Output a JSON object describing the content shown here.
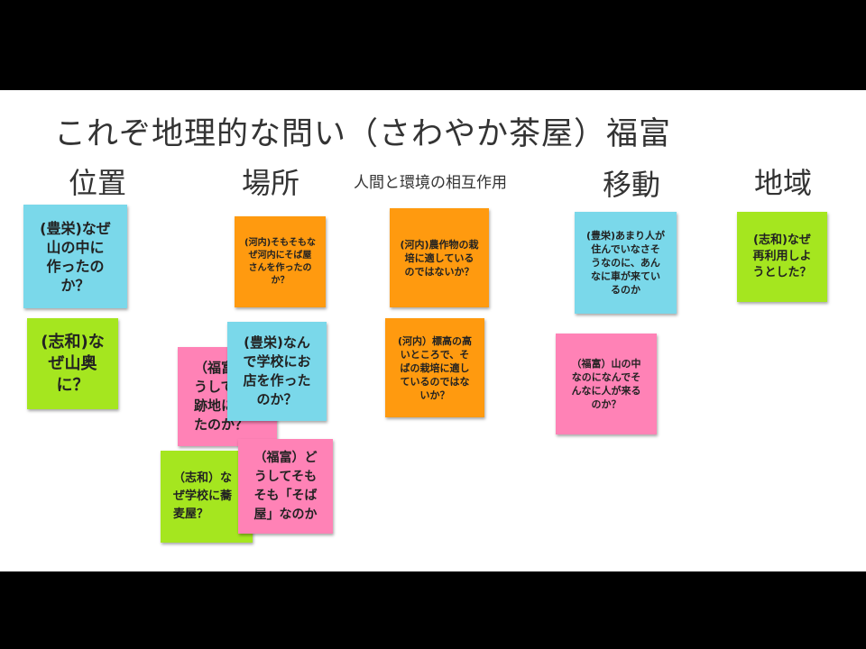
{
  "slide": {
    "title": "これぞ地理的な問い（さわやか茶屋）福富",
    "columns": {
      "c1": "位置",
      "c2": "場所",
      "c3": "人間と環境の相互作用",
      "c4": "移動",
      "c5": "地域"
    },
    "notes": {
      "n1": "(豊栄)なぜ\n山の中に\n作ったの\nか？",
      "n2": "(志和)な\nぜ山奥\nに？",
      "n3": "(河内)そもそもな\nぜ河内にそば屋\nさんを作ったの\nか？",
      "n4": "(河内)農作物の栽\n培に適している\nのではないか？",
      "n5": "(河内）標高の高\nいところで、そ\nばの栽培に適し\nているのではな\nいか？",
      "n6": "(豊栄)あまり人が\n住んでいなさそ\nうなのに、あん\nなに車が来てい\nるのか",
      "n7": "（福富）山の中\nなのになんでそ\nんなに人が来る\nのか？",
      "n8": "(志和)なぜ\n再利用しよ\nうとした？",
      "n9": "（福富\nうして\n跡地に\nたのか？",
      "n10": "(豊栄)なん\nで学校にお\n店を作った\nのか？",
      "n11": "（志和）な\nぜ学校に蕎\n麦屋？",
      "n12": "（福富）ど\nうしてそも\nそも「そば\n屋」なのか"
    }
  },
  "colors": {
    "blue": "#7ad8ea",
    "orange": "#ff9a0f",
    "green": "#a5e61f",
    "pink": "#ff82b6"
  }
}
